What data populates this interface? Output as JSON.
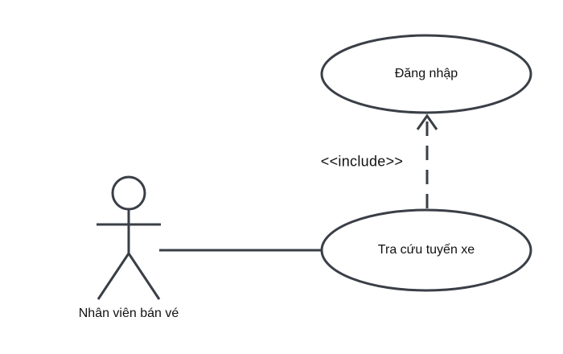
{
  "actor": {
    "name": "Nhân viên bán vé"
  },
  "use_cases": {
    "login": {
      "label": "Đăng nhập"
    },
    "search": {
      "label": "Tra cứu tuyến xe"
    }
  },
  "relationships": {
    "include_label": "<<include>>"
  },
  "colors": {
    "stroke": "#3a3f47",
    "text": "#111111",
    "background": "#ffffff"
  }
}
